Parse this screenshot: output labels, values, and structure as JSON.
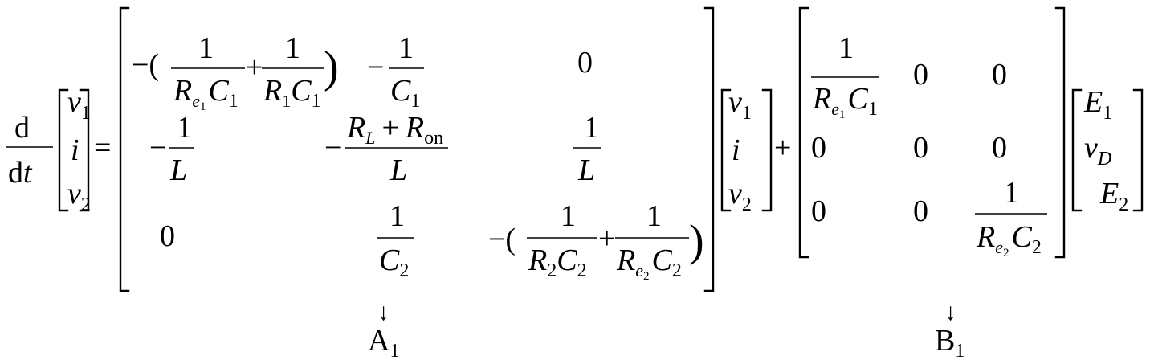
{
  "equation": {
    "lhs": {
      "operator": {
        "numerator": "d",
        "denominator_d": "d",
        "denominator_t": "t"
      },
      "state_vector": {
        "v": "v",
        "v1_sub": "1",
        "i": "i",
        "v2_sub": "2"
      },
      "equals": "="
    },
    "matrix_A": {
      "label": "A",
      "label_sub": "1",
      "arrow": "↓",
      "r1c1": {
        "minus": "−(",
        "close": ")",
        "t1_num": "1",
        "t1_R": "R",
        "t1_e": "e",
        "t1_e_sub": "1",
        "t1_C": "C",
        "t1_C_sub": "1",
        "plus": "+",
        "t2_num": "1",
        "t2_R": "R",
        "t2_R_sub": "1",
        "t2_C": "C",
        "t2_C_sub": "1"
      },
      "r1c2": {
        "minus": "−",
        "num": "1",
        "C": "C",
        "C_sub": "1"
      },
      "r1c3": "0",
      "r2c1": {
        "minus": "−",
        "num": "1",
        "den": "L"
      },
      "r2c2": {
        "minus": "−",
        "R": "R",
        "RL_sub": "L",
        "plus": "+",
        "Ron_sub": "on",
        "den": "L"
      },
      "r2c3": {
        "num": "1",
        "den": "L"
      },
      "r3c1": "0",
      "r3c2": {
        "num": "1",
        "C": "C",
        "C_sub": "2"
      },
      "r3c3": {
        "minus": "−(",
        "close": ")",
        "t1_num": "1",
        "t1_R": "R",
        "t1_R_sub": "2",
        "t1_C": "C",
        "t1_C_sub": "2",
        "plus": "+",
        "t2_num": "1",
        "t2_R": "R",
        "t2_e": "e",
        "t2_e_sub": "2",
        "t2_C": "C",
        "t2_C_sub": "2"
      }
    },
    "state_vector_rhs": {
      "v": "v",
      "v1_sub": "1",
      "i": "i",
      "v2_sub": "2"
    },
    "plus": "+",
    "matrix_B": {
      "label": "B",
      "label_sub": "1",
      "arrow": "↓",
      "r1c1": {
        "num": "1",
        "R": "R",
        "e": "e",
        "e_sub": "1",
        "C": "C",
        "C_sub": "1"
      },
      "r1c2": "0",
      "r1c3": "0",
      "r2c1": "0",
      "r2c2": "0",
      "r2c3": "0",
      "r3c1": "0",
      "r3c2": "0",
      "r3c3": {
        "num": "1",
        "R": "R",
        "e": "e",
        "e_sub": "2",
        "C": "C",
        "C_sub": "2"
      }
    },
    "input_vector": {
      "E": "E",
      "E1_sub": "1",
      "v": "v",
      "vD_sub": "D",
      "E2_sub": "2"
    }
  }
}
